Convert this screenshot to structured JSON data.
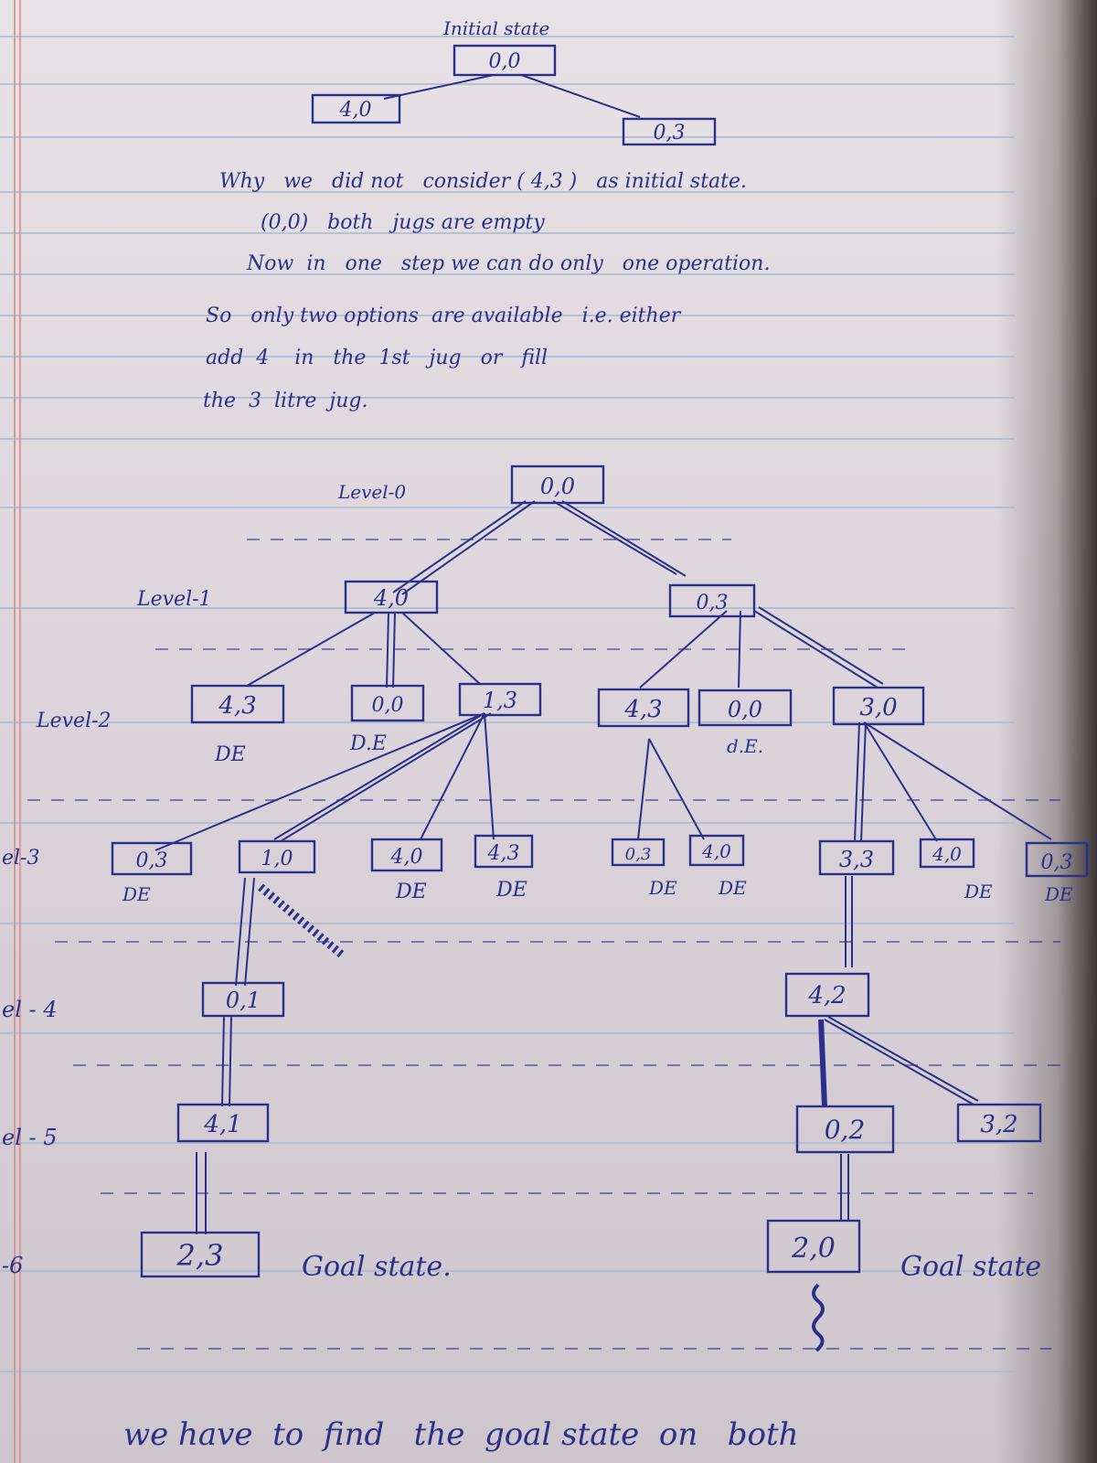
{
  "top_tree": {
    "title": "Initial state",
    "root": "0,0",
    "left": "4,0",
    "right": "0,3"
  },
  "notes": [
    "Why   we   did not   consider ( 4,3 )   as initial state.",
    "(0,0)   both   jugs are empty",
    "Now  in   one   step we can do only   one operation.",
    "So   only two options  are available   i.e. either",
    "add  4    in   the  1st   jug   or   fill",
    "the  3  litre  jug."
  ],
  "levels": [
    "Level-0",
    "Level-1",
    "Level-2",
    "el-3",
    "el - 4",
    "el - 5",
    "-6"
  ],
  "tree": {
    "root": "0,0",
    "l1": [
      "4,0",
      "0,3"
    ],
    "l2": [
      "4,3",
      "0,0",
      "1,3",
      "4,3",
      "0,0",
      "3,0"
    ],
    "l2_marks": [
      "DE",
      "D.E",
      "d.E."
    ],
    "l3": [
      "0,3",
      "1,0",
      "4,0",
      "4,3",
      "0,3",
      "4,0",
      "3,3",
      "4,0",
      "0,3"
    ],
    "l3_marks": [
      "DE",
      "DE",
      "DE",
      "DE",
      "DE",
      "DE",
      "DE"
    ],
    "l4": [
      "0,1",
      "4,2"
    ],
    "l5": [
      "4,1",
      "0,2",
      "3,2"
    ],
    "l6": [
      "2,3",
      "2,0"
    ],
    "goal_labels": [
      "Goal state.",
      "Goal state"
    ]
  },
  "footer": "we have  to  find   the  goal state  on   both",
  "colors": {
    "ink": "#2b2f8a",
    "paper": "#e2dde2",
    "ruling": "#a9b7cf",
    "margin": "#d98a8a"
  }
}
